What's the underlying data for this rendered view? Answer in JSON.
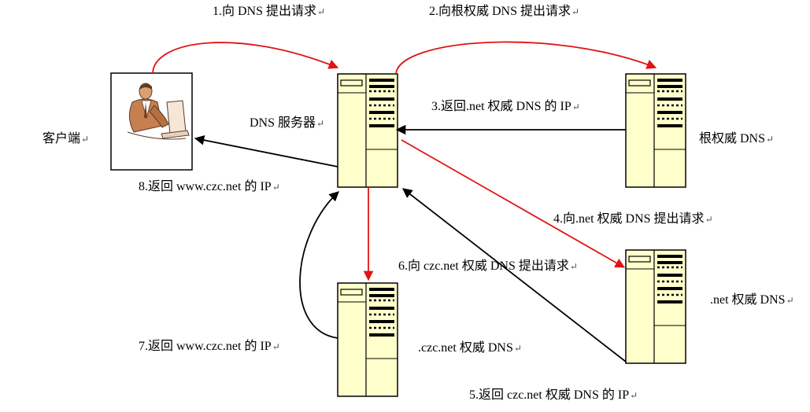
{
  "colors": {
    "request_arrow": "#e01414",
    "response_arrow": "#000000",
    "server_fill": "#ffffcc",
    "server_stroke": "#000000"
  },
  "nodes": {
    "client": "客户端",
    "dns_server": "DNS 服务器",
    "root_dns": "根权威 DNS",
    "net_dns": ".net 权威 DNS",
    "czc_dns": ".czc.net 权威 DNS"
  },
  "steps": [
    {
      "text": "1.向 DNS 提出请求",
      "type": "request"
    },
    {
      "text": "2.向根权威 DNS 提出请求",
      "type": "request"
    },
    {
      "text": "3.返回.net 权威 DNS 的 IP",
      "type": "response"
    },
    {
      "text": "4.向.net 权威 DNS 提出请求",
      "type": "request"
    },
    {
      "text": "5.返回 czc.net 权威 DNS 的 IP",
      "type": "response"
    },
    {
      "text": "6.向 czc.net 权威 DNS 提出请求",
      "type": "request"
    },
    {
      "text": "7.返回 www.czc.net 的 IP",
      "type": "response"
    },
    {
      "text": "8.返回 www.czc.net 的 IP",
      "type": "response"
    }
  ],
  "paragraph_mark": "↵",
  "icons": {
    "client": "person-at-computer-icon",
    "server": "server-tower-icon"
  }
}
